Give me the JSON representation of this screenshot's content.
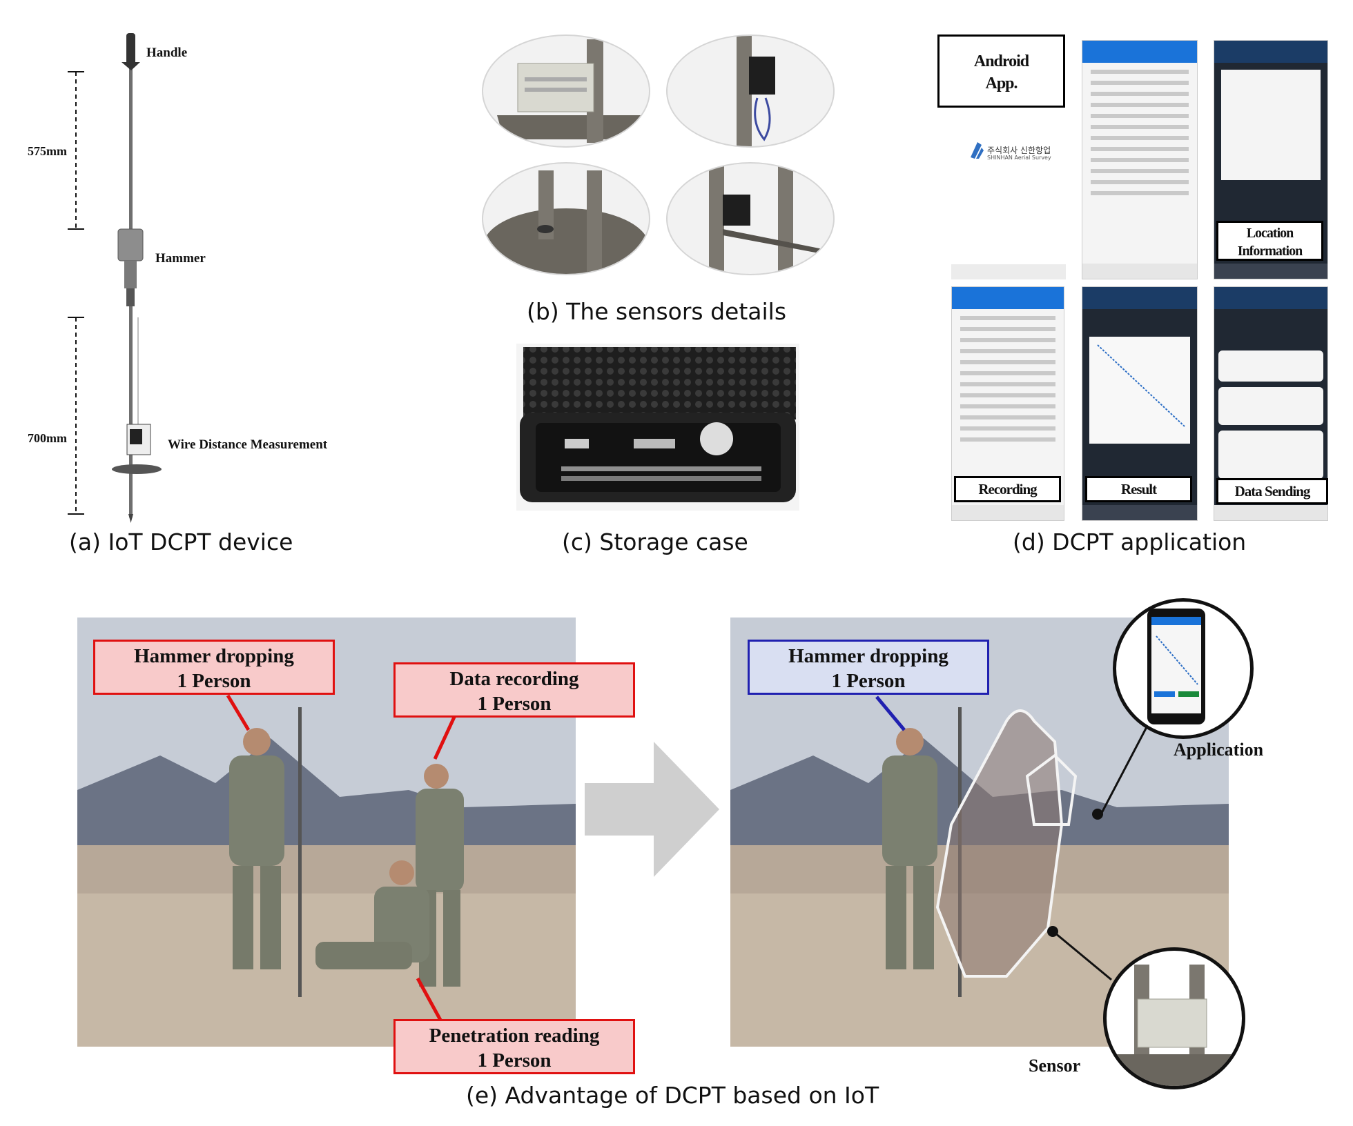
{
  "panel_a": {
    "caption": "(a) IoT DCPT device",
    "labels": {
      "handle": "Handle",
      "hammer": "Hammer",
      "wire": "Wire Distance Measurement"
    },
    "dimensions": {
      "upper": "575mm",
      "lower": "700mm"
    }
  },
  "panel_b": {
    "caption": "(b) The sensors details"
  },
  "panel_c": {
    "caption": "(c) Storage case"
  },
  "panel_d": {
    "caption": "(d) DCPT application",
    "boxes": {
      "android_line1": "Android",
      "android_line2": "App.",
      "location_line1": "Location",
      "location_line2": "Information",
      "recording": "Recording",
      "result": "Result",
      "data_sending": "Data Sending"
    },
    "company_korean": "주식회사 신한항업",
    "company_english": "SHINHAN Aerial Survey"
  },
  "panel_e": {
    "caption": "(e) Advantage of DCPT based on IoT",
    "callouts_before": {
      "hammer_line1": "Hammer dropping",
      "hammer_line2": "1 Person",
      "data_line1": "Data recording",
      "data_line2": "1 Person",
      "pen_line1": "Penetration reading",
      "pen_line2": "1 Person"
    },
    "callouts_after": {
      "hammer_line1": "Hammer dropping",
      "hammer_line2": "1 Person"
    },
    "labels": {
      "application": "Application",
      "sensor": "Sensor"
    }
  },
  "colors": {
    "callout_red_border": "#e01010",
    "callout_red_fill": "#f8caca",
    "callout_blue_border": "#2020b0",
    "callout_blue_fill": "#d9dff2",
    "app_blue": "#1a73d9"
  }
}
